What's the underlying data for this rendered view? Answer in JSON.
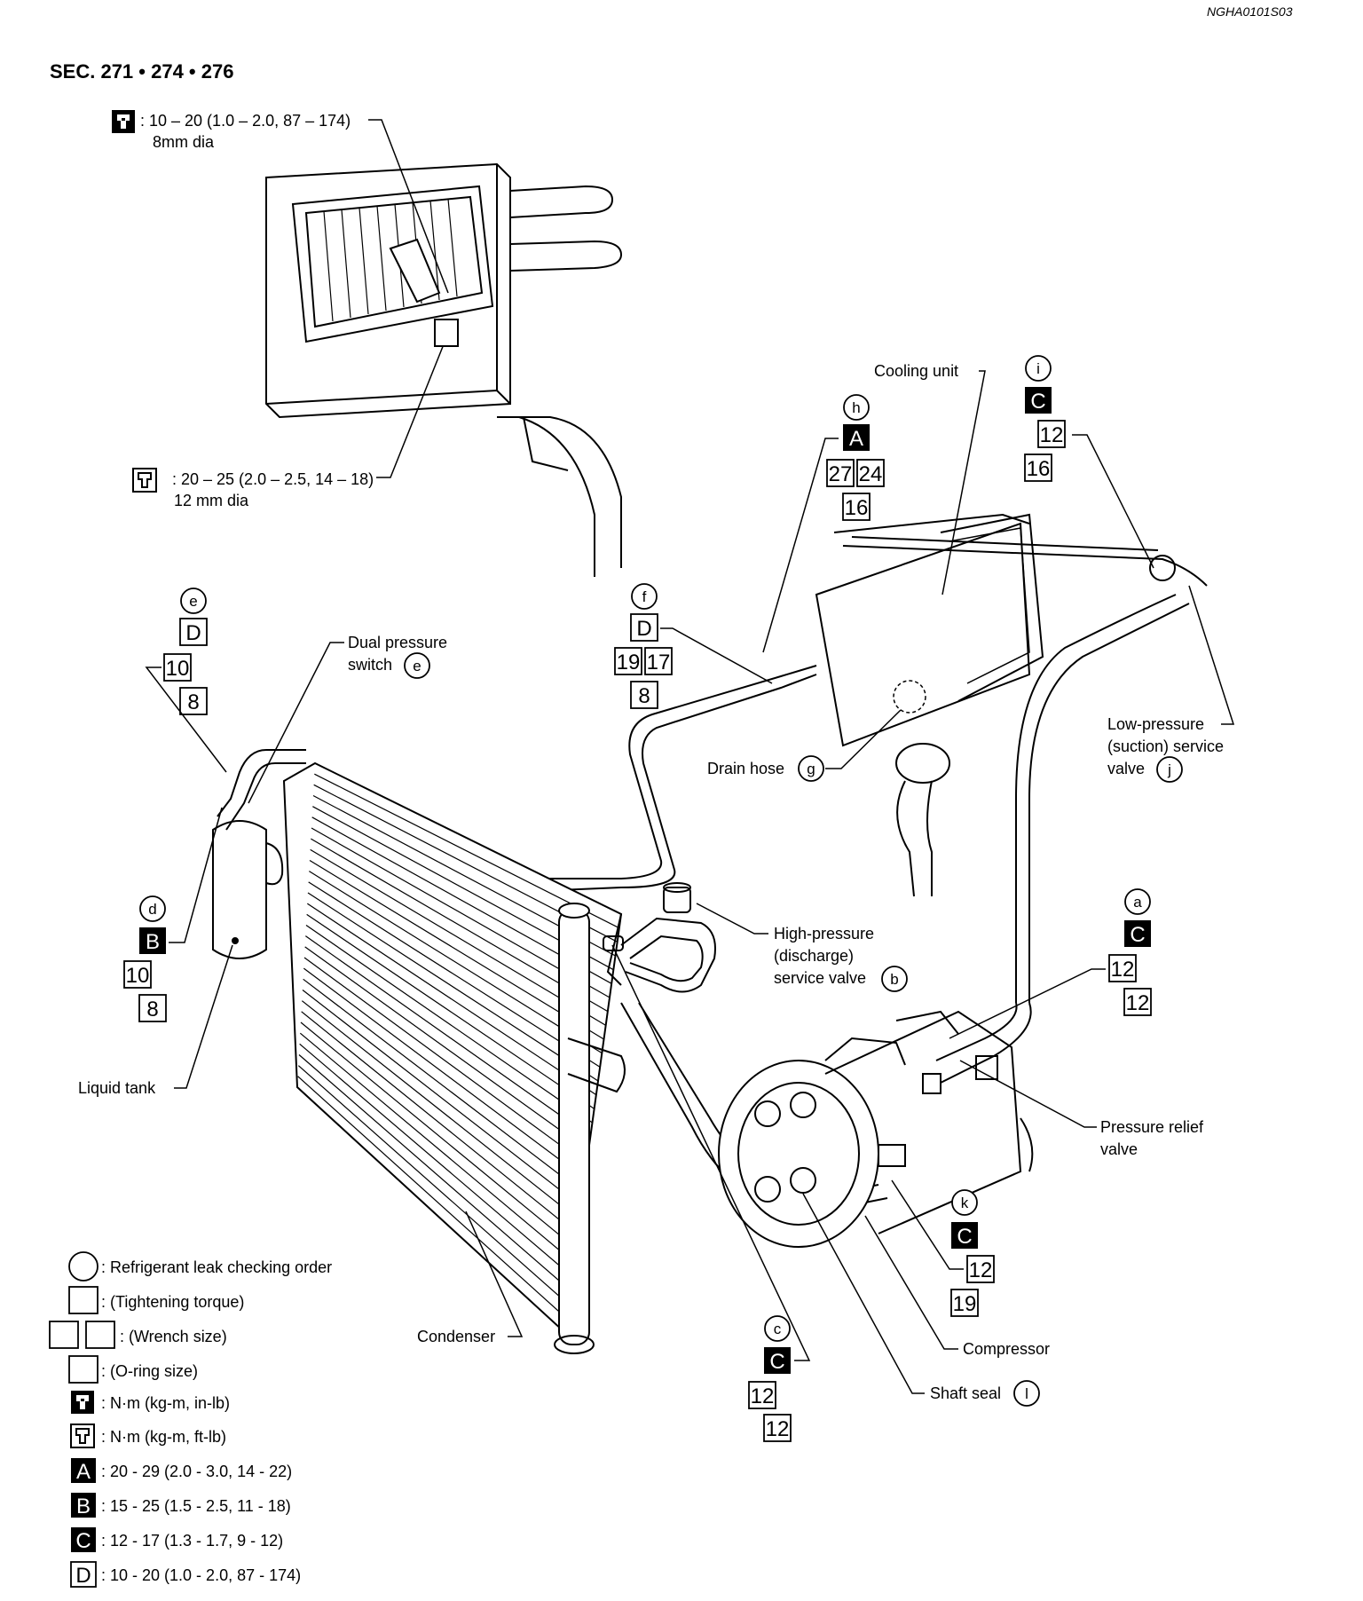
{
  "header": {
    "ref_code": "NGHA0101S03",
    "section": "SEC. 271 • 274 • 276"
  },
  "callouts": {
    "torque_8mm": {
      "line1": ": 10 – 20 (1.0 – 2.0, 87 – 174)",
      "line2": "8mm dia"
    },
    "torque_12mm": {
      "line1": ": 20 – 25 (2.0 – 2.5, 14 – 18)",
      "line2": "12 mm dia"
    }
  },
  "labels": {
    "cooling_unit": "Cooling unit",
    "dual_pressure_1": "Dual pressure",
    "dual_pressure_2": "switch",
    "drain_hose": "Drain hose",
    "low_pressure_1": "Low-pressure",
    "low_pressure_2": "(suction) service",
    "low_pressure_3": "valve",
    "high_pressure_1": "High-pressure",
    "high_pressure_2": "(discharge)",
    "high_pressure_3": "service valve",
    "liquid_tank": "Liquid tank",
    "pressure_relief_1": "Pressure relief",
    "pressure_relief_2": "valve",
    "condenser": "Condenser",
    "compressor": "Compressor",
    "shaft_seal": "Shaft seal"
  },
  "markers": {
    "e": "e",
    "d": "d",
    "f": "f",
    "g": "g",
    "h": "h",
    "i": "i",
    "j": "j",
    "a": "a",
    "b": "b",
    "k": "k",
    "c": "c",
    "l": "l"
  },
  "boxes": {
    "e_letter": "D",
    "e_n1": "10",
    "e_n2": "8",
    "d_letter": "B",
    "d_n1": "10",
    "d_n2": "8",
    "f_letter": "D",
    "f_n1": "19",
    "f_n2": "17",
    "f_n3": "8",
    "h_letter": "A",
    "h_n1": "27",
    "h_n2": "24",
    "h_n3": "16",
    "i_letter": "C",
    "i_n1": "12",
    "i_n2": "16",
    "a_letter": "C",
    "a_n1": "12",
    "a_n2": "12",
    "k_letter": "C",
    "k_n1": "12",
    "k_n2": "19",
    "c_letter": "C",
    "c_n1": "12",
    "c_n2": "12"
  },
  "legend": {
    "leak_order": ": Refrigerant leak checking order",
    "tightening": ": (Tightening torque)",
    "wrench": ": (Wrench size)",
    "oring": ": (O-ring size)",
    "nm_inlb": ": N·m (kg-m, in-lb)",
    "nm_ftlb": ": N·m (kg-m, ft-lb)",
    "A_letter": "A",
    "A_text": ": 20 - 29 (2.0 - 3.0, 14 - 22)",
    "B_letter": "B",
    "B_text": ": 15 - 25 (1.5 - 2.5, 11 - 18)",
    "C_letter": "C",
    "C_text": ": 12 - 17 (1.3 - 1.7, 9 - 12)",
    "D_letter": "D",
    "D_text": ": 10 - 20 (1.0 - 2.0, 87 - 174)"
  }
}
